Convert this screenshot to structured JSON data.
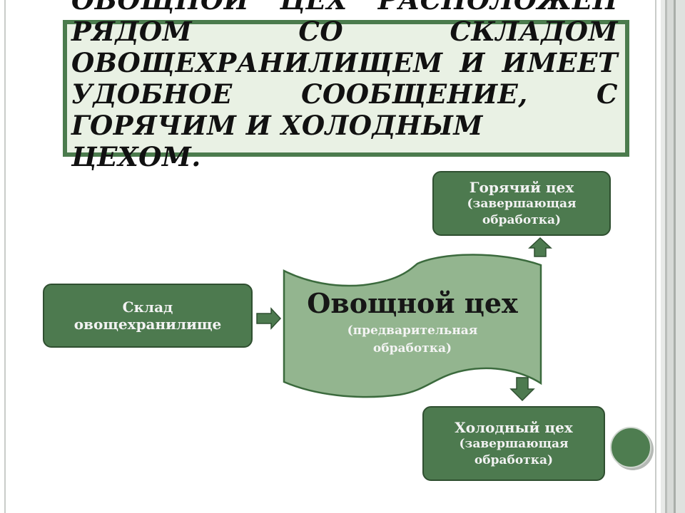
{
  "title": {
    "lines": [
      "ОВОЩНОЙ ЦЕХ РАСПОЛОЖЕН",
      "РЯДОМ СО СКЛАДОМ",
      "ОВОЩЕХРАНИЛИЩЕМ И ИМЕЕТ",
      "УДОБНОЕ СООБЩЕНИЕ, С",
      "ГОРЯЧИМ И ХОЛОДНЫМ ЦЕХОМ."
    ]
  },
  "nodes": {
    "storage": {
      "line1": "Склад",
      "line2": "овощехранилище"
    },
    "center": {
      "title": "Овощной цех",
      "line1": "(предварительная",
      "line2": "обработка)"
    },
    "hot": {
      "title": "Горячий цех",
      "line1": "(завершающая",
      "line2": "обработка)"
    },
    "cold": {
      "title": "Холодный цех",
      "line1": "(завершающая",
      "line2": "обработка)"
    }
  },
  "colors": {
    "node_fill": "#4d7a4f",
    "node_border": "#2f4f30",
    "center_fill": "#93b58f",
    "title_fill": "#e9f1e4",
    "title_border": "#4b7b4d",
    "arrow_fill": "#4d7a4f",
    "button_fill": "#4e7d50"
  }
}
